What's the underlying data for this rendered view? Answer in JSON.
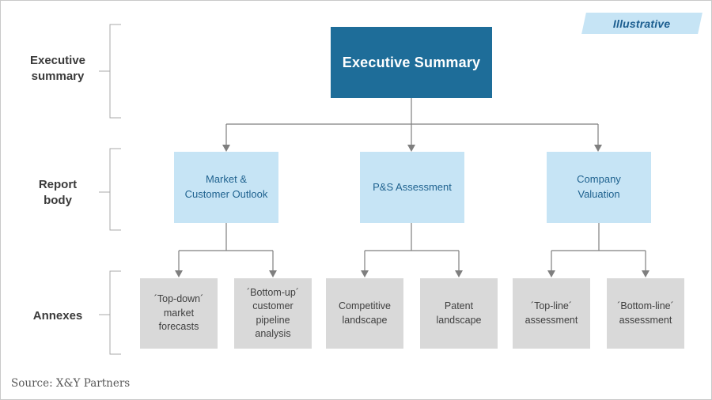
{
  "badge": {
    "label": "Illustrative"
  },
  "sections": {
    "executive_summary": {
      "label": "Executive\nsummary"
    },
    "report_body": {
      "label": "Report\nbody"
    },
    "annexes": {
      "label": "Annexes"
    }
  },
  "diagram": {
    "root": {
      "label": "Executive Summary"
    },
    "report_body": [
      {
        "label": "Market &\nCustomer Outlook"
      },
      {
        "label": "P&S Assessment"
      },
      {
        "label": "Company\nValuation"
      }
    ],
    "annexes": [
      {
        "label": "´Top-down´\nmarket\nforecasts"
      },
      {
        "label": "´Bottom-up´\ncustomer\npipeline\nanalysis"
      },
      {
        "label": "Competitive\nlandscape"
      },
      {
        "label": "Patent\nlandscape"
      },
      {
        "label": "´Top-line´\nassessment"
      },
      {
        "label": "´Bottom-line´\nassessment"
      }
    ]
  },
  "footer": {
    "source": "Source: X&Y Partners"
  },
  "colors": {
    "root_fill": "#1e6d99",
    "root_text": "#ffffff",
    "body_fill": "#c6e4f5",
    "body_text": "#1f628f",
    "annex_fill": "#d9d9d9",
    "annex_text": "#404040",
    "connector": "#7f7f7f",
    "bracket": "#a9a9a9",
    "badge_fill": "#c6e4f5",
    "badge_text": "#1b5d8f",
    "border": "#c9c9c9"
  }
}
